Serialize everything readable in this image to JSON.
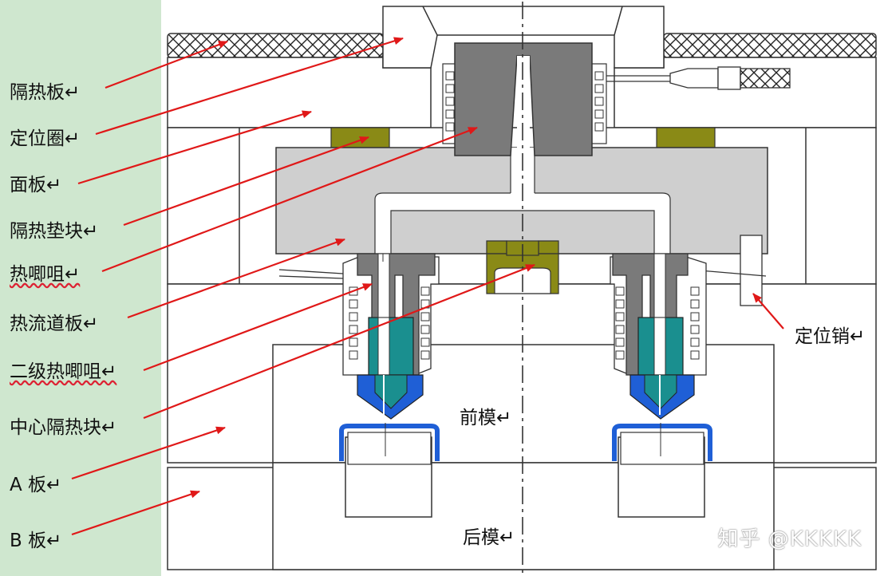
{
  "labels": {
    "insulation_plate": "隔热板↵",
    "locating_ring": "定位圈↵",
    "face_plate": "面板↵",
    "insulation_pad": "隔热垫块↵",
    "hot_nozzle": "热唧咀↵",
    "manifold": "热流道板↵",
    "secondary_nozzle": "二级热唧咀↵",
    "center_insulator": "中心隔热块↵",
    "a_plate": "A 板↵",
    "b_plate": "B 板↵"
  },
  "callouts": {
    "locating_pin": "定位销↵",
    "front_mold": "前模↵",
    "rear_mold": "后模↵"
  },
  "watermark": "知乎 @KKKKK",
  "colors": {
    "left_panel": "#cfe7cf",
    "arrow": "#e01818",
    "nozzle_body": "#7a7a7a",
    "manifold": "#cfcfcf",
    "pad": "#8a8a16",
    "tip_blue": "#1f5fd6",
    "tip_teal": "#1a8f8f"
  }
}
